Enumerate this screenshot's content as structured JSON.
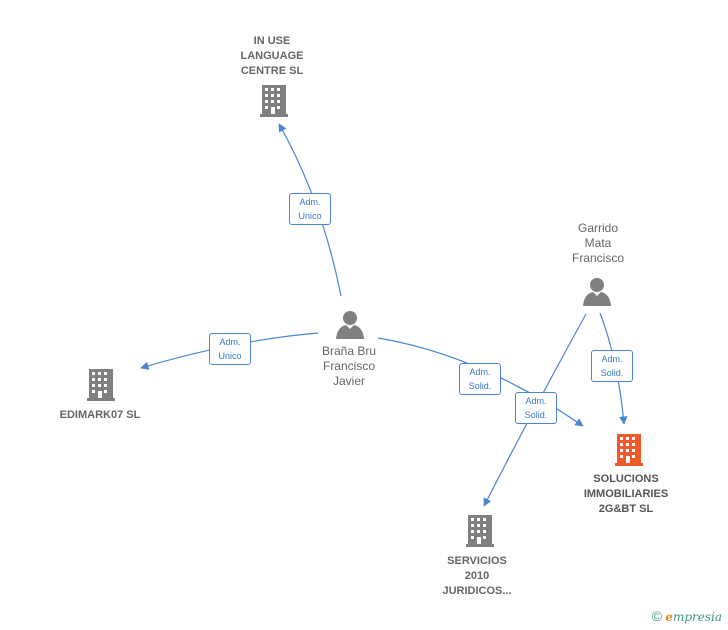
{
  "nodes": {
    "in_use": {
      "label": "IN USE\nLANGUAGE\nCENTRE  SL"
    },
    "edimark": {
      "label": "EDIMARK07 SL"
    },
    "solucions": {
      "label": "SOLUCIONS\nIMMOBILIARIES\n2G&BT  SL"
    },
    "servicios": {
      "label": "SERVICIOS\n2010\nJURIDICOS..."
    },
    "brana": {
      "label": "Braña Bru\nFrancisco\nJavier"
    },
    "garrido": {
      "label": "Garrido\nMata\nFrancisco"
    }
  },
  "edges": {
    "e1": {
      "label": "Adm.\nUnico"
    },
    "e2": {
      "label": "Adm.\nUnico"
    },
    "e3": {
      "label": "Adm.\nSolid."
    },
    "e4": {
      "label": "Adm.\nSolid."
    },
    "e5": {
      "label": "Adm.\nSolid."
    }
  },
  "colors": {
    "company": "#808080",
    "highlight": "#f05a28",
    "person": "#808080",
    "edge": "#4a86d0"
  },
  "footer": {
    "copyright": "©",
    "brand_first": "e",
    "brand_rest": "mpresia"
  }
}
